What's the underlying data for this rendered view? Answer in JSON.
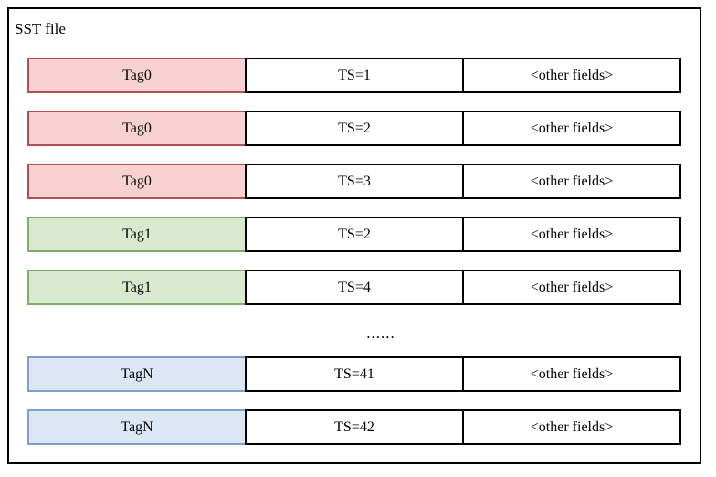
{
  "diagram": {
    "title": "SST file",
    "columns": [
      "tag",
      "timestamp",
      "other_fields"
    ],
    "ellipsis": "......",
    "colors": {
      "tag0_fill": "#F8D2D2",
      "tag0_border": "#B05050",
      "tag1_fill": "#D8E9D0",
      "tag1_border": "#7FAE6A",
      "tagN_fill": "#DCE7F6",
      "tagN_border": "#7FA0CB",
      "frame_border": "#000000",
      "background": "#FFFFFF"
    },
    "rows": [
      {
        "tag": "Tag0",
        "ts": "TS=1",
        "other": "<other fields>",
        "group": "a"
      },
      {
        "tag": "Tag0",
        "ts": "TS=2",
        "other": "<other fields>",
        "group": "a"
      },
      {
        "tag": "Tag0",
        "ts": "TS=3",
        "other": "<other fields>",
        "group": "a"
      },
      {
        "tag": "Tag1",
        "ts": "TS=2",
        "other": "<other fields>",
        "group": "b"
      },
      {
        "tag": "Tag1",
        "ts": "TS=4",
        "other": "<other fields>",
        "group": "b"
      },
      {
        "tag": "TagN",
        "ts": "TS=41",
        "other": "<other fields>",
        "group": "c"
      },
      {
        "tag": "TagN",
        "ts": "TS=42",
        "other": "<other fields>",
        "group": "c"
      }
    ]
  }
}
